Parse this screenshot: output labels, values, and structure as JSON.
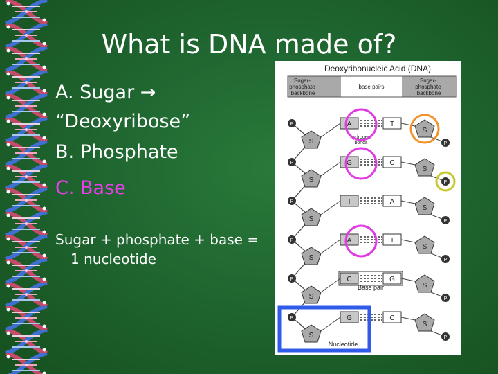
{
  "title": "What is DNA made of?",
  "list": {
    "a_text": "A. Sugar",
    "a_arrow": "→",
    "a_sub": "“Deoxyribose”",
    "b": "B. Phosphate",
    "c": "C. Base"
  },
  "equation": {
    "line1": "Sugar + phosphate + base =",
    "line2": "1 nucleotide"
  },
  "diagram": {
    "title": "Deoxyribonucleic Acid (DNA)",
    "header_left": [
      "Sugar-",
      "phosphate",
      "backbone"
    ],
    "header_mid": "base pairs",
    "header_right": [
      "Sugar-",
      "phosphate",
      "backbone"
    ],
    "hydrogen": [
      "hydrogen",
      "bonds"
    ],
    "base_pair_label": "Base pair",
    "nucleotide_label": "Nucleotide",
    "p": "P",
    "s": "S",
    "pairs": [
      {
        "left": "A",
        "right": "T"
      },
      {
        "left": "G",
        "right": "C"
      },
      {
        "left": "T",
        "right": "A"
      },
      {
        "left": "A",
        "right": "T"
      },
      {
        "left": "C",
        "right": "G"
      },
      {
        "left": "G",
        "right": "C"
      }
    ]
  },
  "colors": {
    "background": "#1f6630",
    "title_text": "#ffffff",
    "base_label": "#ee3dee",
    "circle_magenta": "#e23ae2",
    "circle_orange": "#f0932b",
    "circle_yellow": "#c8c832",
    "highlight_box": "#2f5be8"
  }
}
